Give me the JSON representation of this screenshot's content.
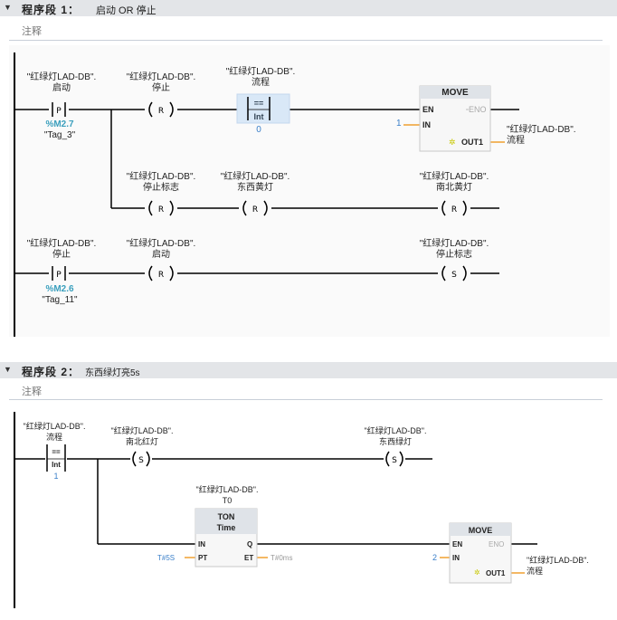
{
  "segments": [
    {
      "title": "程序段 1：",
      "desc": "启动 OR 停止",
      "comment": "注释"
    },
    {
      "title": "程序段 2：",
      "desc": "东西绿灯亮5s",
      "comment": "注释"
    }
  ],
  "seg1": {
    "row1": {
      "contact_p": {
        "db": "\"红绿灯LAD-DB\".",
        "name": "启动",
        "symbol": "P",
        "address": "%M2.7",
        "tag": "\"Tag_3\""
      },
      "coil_r": {
        "db": "\"红绿灯LAD-DB\".",
        "name": "停止",
        "symbol": "R"
      },
      "compare": {
        "db": "\"红绿灯LAD-DB\".",
        "name": "流程",
        "op": "==",
        "type": "Int",
        "value": "0"
      },
      "move": {
        "title": "MOVE",
        "en": "EN",
        "eno": "ENO",
        "in_label": "IN",
        "in_value": "1",
        "out_label": "OUT1",
        "out_db": "\"红绿灯LAD-DB\".",
        "out_name": "流程"
      }
    },
    "row2": {
      "coil1": {
        "db": "\"红绿灯LAD-DB\".",
        "name": "停止标志",
        "symbol": "R"
      },
      "coil2": {
        "db": "\"红绿灯LAD-DB\".",
        "name": "东西黄灯",
        "symbol": "R"
      },
      "coil3": {
        "db": "\"红绿灯LAD-DB\".",
        "name": "南北黄灯",
        "symbol": "R"
      }
    },
    "row3": {
      "contact_p": {
        "db": "\"红绿灯LAD-DB\".",
        "name": "停止",
        "symbol": "P",
        "address": "%M2.6",
        "tag": "\"Tag_11\""
      },
      "coil_r": {
        "db": "\"红绿灯LAD-DB\".",
        "name": "启动",
        "symbol": "R"
      },
      "coil_s": {
        "db": "\"红绿灯LAD-DB\".",
        "name": "停止标志",
        "symbol": "S"
      }
    }
  },
  "seg2": {
    "compare": {
      "db": "\"红绿灯LAD-DB\".",
      "name": "流程",
      "op": "==",
      "type": "Int",
      "value": "1"
    },
    "coil1": {
      "db": "\"红绿灯LAD-DB\".",
      "name": "南北红灯",
      "symbol": "S"
    },
    "coil2": {
      "db": "\"红绿灯LAD-DB\".",
      "name": "东西绿灯",
      "symbol": "S"
    },
    "timer": {
      "db": "\"红绿灯LAD-DB\".",
      "name": "T0",
      "title": "TON",
      "subtitle": "Time",
      "in_label": "IN",
      "q_label": "Q",
      "pt_label": "PT",
      "et_label": "ET",
      "pt_value": "T#5S",
      "et_value": "T#0ms"
    },
    "move": {
      "title": "MOVE",
      "en": "EN",
      "eno": "ENO",
      "in_label": "IN",
      "in_value": "2",
      "out_label": "OUT1",
      "out_db": "\"红绿灯LAD-DB\".",
      "out_name": "流程"
    }
  },
  "colors": {
    "rail": "#000000",
    "value_orange": "#f0a030",
    "address_teal": "#3a9fbd",
    "move_header": "#dfe3e8",
    "compare_fill": "#d9e8f7"
  }
}
